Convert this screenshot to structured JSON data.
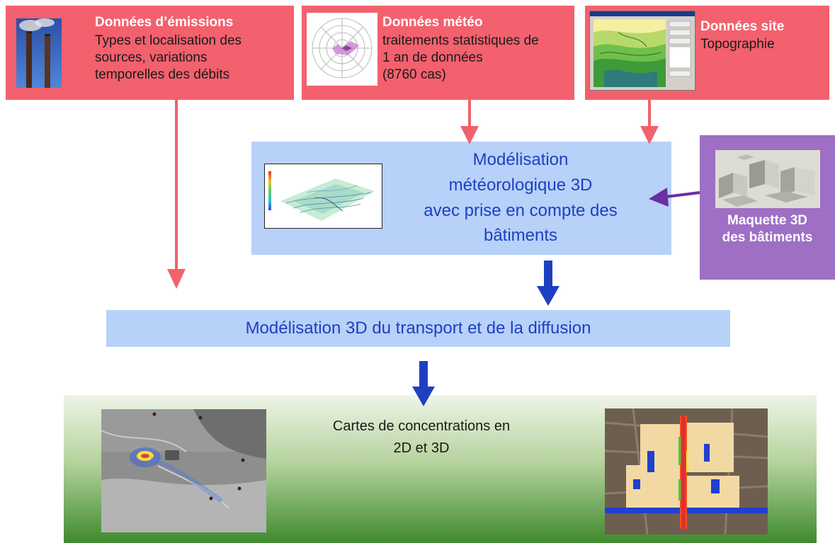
{
  "emissions": {
    "title": "Données d’émissions",
    "lines": [
      "Types et localisation des",
      "sources, variations",
      "temporelles des débits"
    ]
  },
  "meteo": {
    "title": "Données météo",
    "lines": [
      "traitements statistiques de",
      "1 an de données",
      "(8760 cas)"
    ]
  },
  "site": {
    "title": "Données site",
    "lines": [
      "Topographie"
    ]
  },
  "modelisation_meteo": {
    "lines": [
      "Modélisation",
      "météorologique  3D",
      "avec prise en compte des",
      "bâtiments"
    ]
  },
  "maquette": {
    "lines": [
      "Maquette 3D",
      "des bâtiments"
    ]
  },
  "transport": {
    "label": "Modélisation 3D du transport et de la diffusion"
  },
  "cartes": {
    "lines": [
      "Cartes de concentrations en",
      "2D et  3D"
    ]
  },
  "icons": {
    "chimneys": "chimney-photo",
    "windrose": "wind-rose-chart",
    "topo": "topography-software-screenshot",
    "terrain3d": "3d-terrain-wind-field",
    "buildings": "3d-building-model",
    "aerial": "aerial-concentration-map",
    "city": "3d-city-concentration-map"
  },
  "colors": {
    "red": "#f2616d",
    "lightblue": "#b7d1f9",
    "purple": "#9e6fc4",
    "blue_arrow": "#1f3fc2",
    "purple_arrow": "#6a2fa0",
    "green_top": "#eef4e8",
    "green_bottom": "#3f8a2e"
  }
}
